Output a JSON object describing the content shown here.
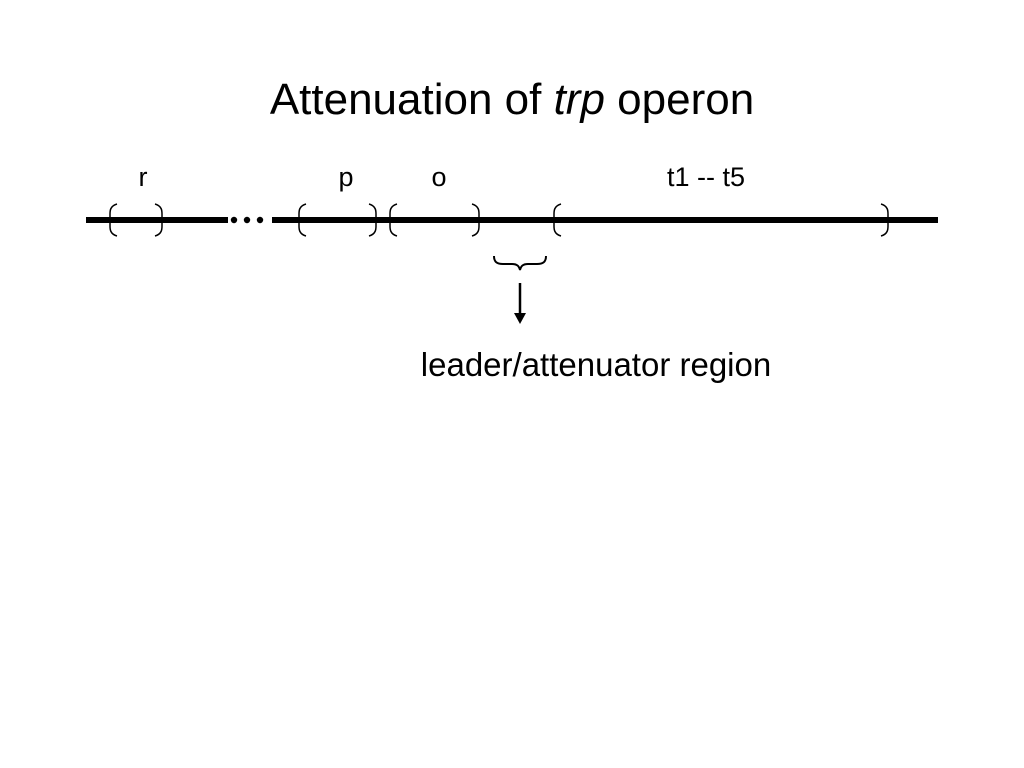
{
  "title": {
    "prefix": "Attenuation of ",
    "italic": "trp",
    "suffix": " operon"
  },
  "gene_labels": {
    "r": "r",
    "p": "p",
    "o": "o",
    "t": "t1  --  t5"
  },
  "annotation": {
    "region": "leader/attenuator region"
  }
}
